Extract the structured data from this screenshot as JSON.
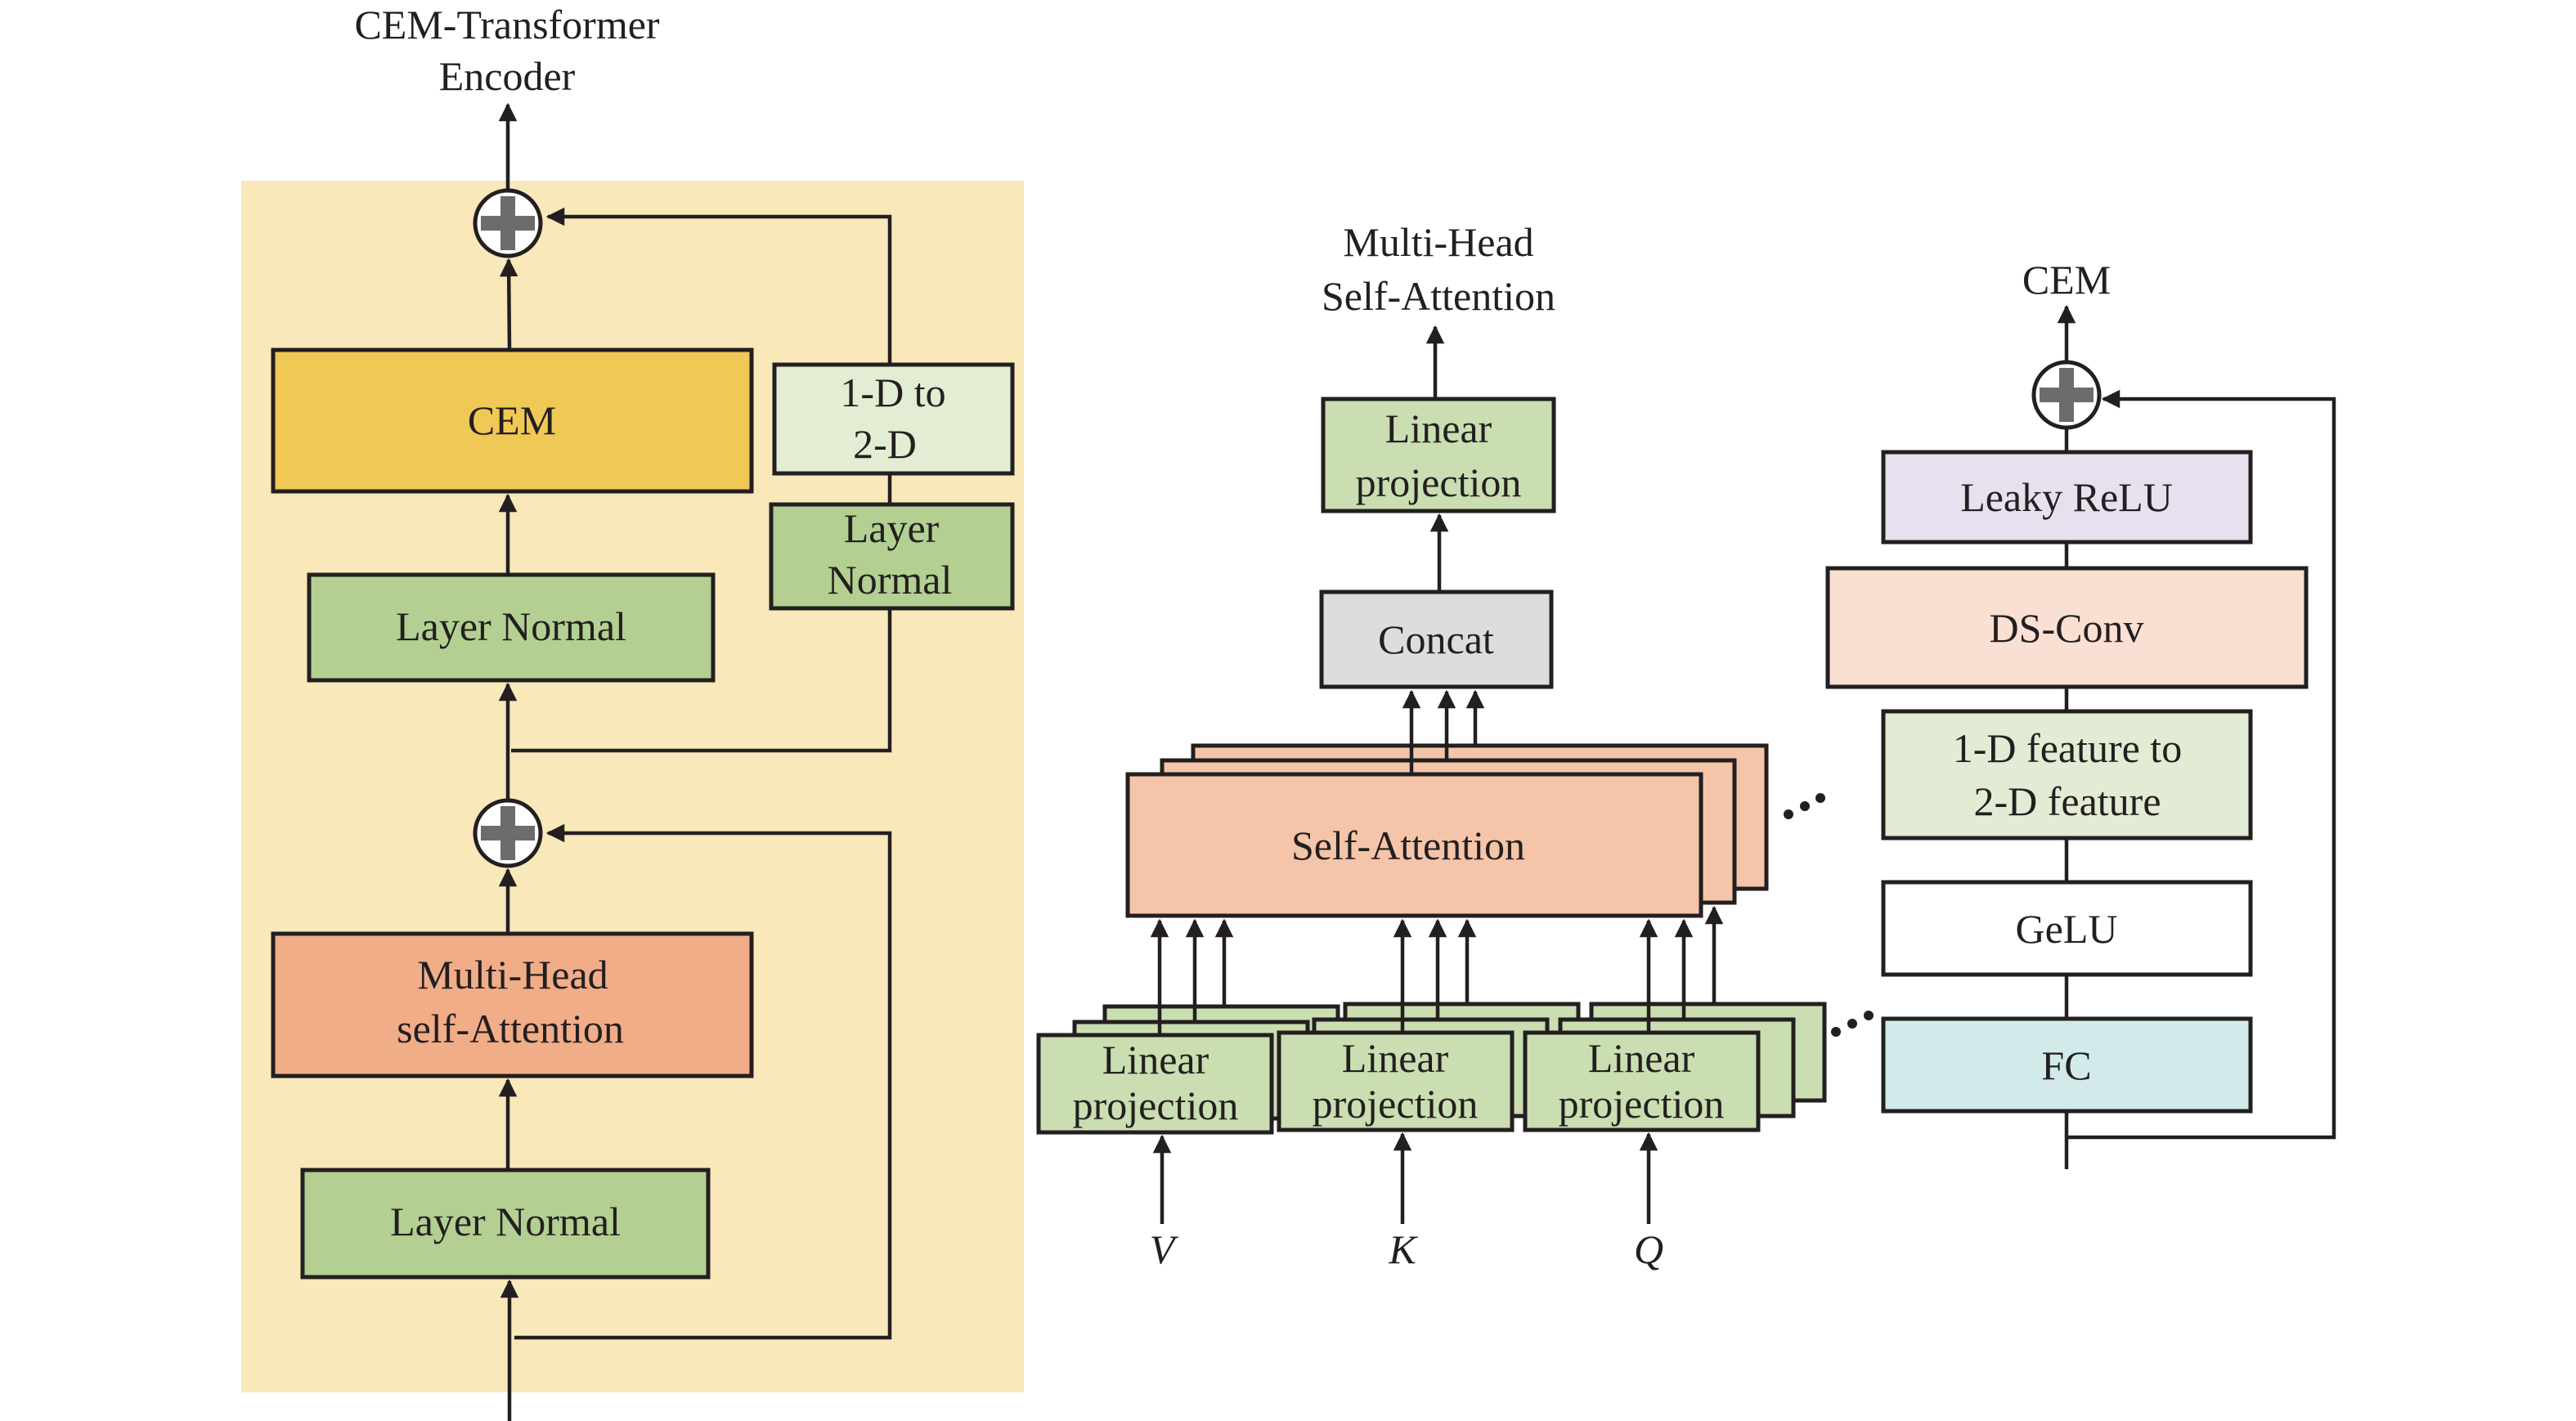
{
  "colors": {
    "encoder_panel": "#F8E8BA",
    "cem": "#F0C855",
    "layer_normal": "#B3D092",
    "one_d_to_two_d": "#E2EDD4",
    "mhsa": "#F1AD88",
    "linear_projection": "#CADEB1",
    "concat": "#DDDDDD",
    "self_attention": "#F5C5A9",
    "leaky_relu": "#E7E0EE",
    "ds_conv": "#FAE0D3",
    "feature_convert": "#E2ECD4",
    "gelu": "#FFFFFF",
    "fc": "#D2EAEA",
    "plus_sign": "#6D6B6C",
    "line": "#231F20"
  },
  "encoder": {
    "title_line1": "CEM-Transformer",
    "title_line2": "Encoder",
    "cem_label": "CEM",
    "reshape_line1": "1-D to",
    "reshape_line2": "2-D",
    "side_norm_line1": "Layer",
    "side_norm_line2": "Normal",
    "norm_top_label": "Layer Normal",
    "mhsa_line1": "Multi-Head",
    "mhsa_line2": "self-Attention",
    "norm_bottom_label": "Layer Normal",
    "add_icon": "plus-circle-icon"
  },
  "mhsa": {
    "title_line1": "Multi-Head",
    "title_line2": "Self-Attention",
    "output_proj_line1": "Linear",
    "output_proj_line2": "projection",
    "concat_label": "Concat",
    "attention_label": "Self-Attention",
    "heads_ellipsis": "...",
    "projections": [
      {
        "line1": "Linear",
        "line2": "projection",
        "input": "V"
      },
      {
        "line1": "Linear",
        "line2": "projection",
        "input": "K"
      },
      {
        "line1": "Linear",
        "line2": "projection",
        "input": "Q"
      }
    ],
    "projections_ellipsis": "..."
  },
  "cem": {
    "title": "CEM",
    "leaky_relu_label": "Leaky ReLU",
    "ds_conv_label": "DS-Conv",
    "feature_line1": "1-D feature to",
    "feature_line2": "2-D feature",
    "gelu_label": "GeLU",
    "fc_label": "FC",
    "add_icon": "plus-circle-icon"
  }
}
